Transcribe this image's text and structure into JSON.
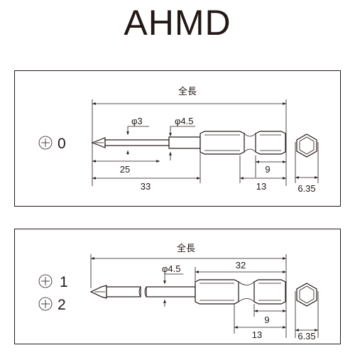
{
  "title": "AHMD",
  "panel_top": {
    "size_label": "0",
    "overall_length_label": "全長",
    "tip_diameter_label": "φ3",
    "shank_diameter_label": "φ4.5",
    "dim_25": "25",
    "dim_33": "33",
    "dim_9": "9",
    "dim_13": "13",
    "hex_size": "6.35"
  },
  "panel_bottom": {
    "size_labels": [
      "1",
      "2"
    ],
    "overall_length_label": "全長",
    "shank_diameter_label": "φ4.5",
    "dim_32": "32",
    "dim_9": "9",
    "dim_13": "13",
    "hex_size": "6.35"
  }
}
